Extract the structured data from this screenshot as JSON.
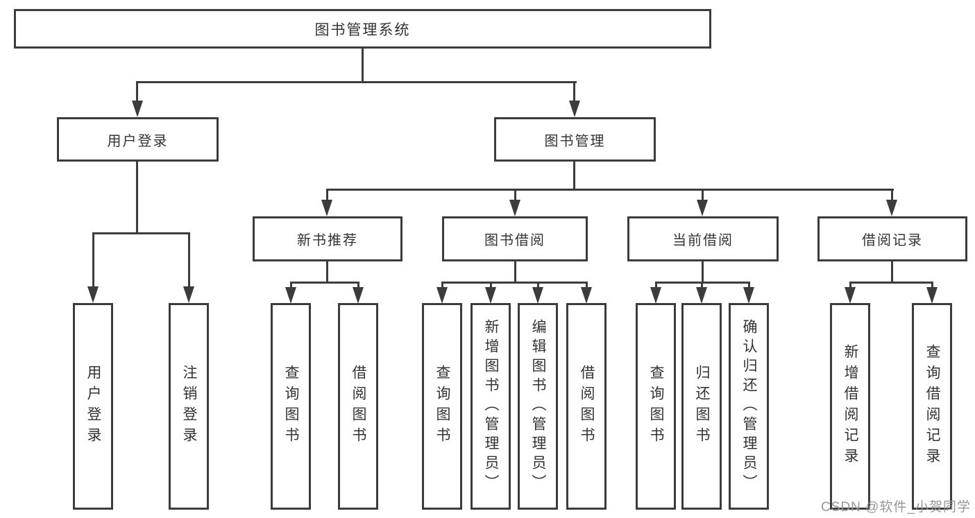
{
  "tree": {
    "label": "图书管理系统",
    "children": [
      {
        "label": "用户登录",
        "children": [
          {
            "label": "用户登录"
          },
          {
            "label": "注销登录"
          }
        ]
      },
      {
        "label": "图书管理",
        "children": [
          {
            "label": "新书推荐",
            "children": [
              {
                "label": "查询图书"
              },
              {
                "label": "借阅图书"
              }
            ]
          },
          {
            "label": "图书借阅",
            "children": [
              {
                "label": "查询图书"
              },
              {
                "label": "新增图书（管理员）"
              },
              {
                "label": "编辑图书（管理员）"
              },
              {
                "label": "借阅图书"
              }
            ]
          },
          {
            "label": "当前借阅",
            "children": [
              {
                "label": "查询图书"
              },
              {
                "label": "归还图书"
              },
              {
                "label": "确认归还（管理员）"
              }
            ]
          },
          {
            "label": "借阅记录",
            "children": [
              {
                "label": "新增借阅记录"
              },
              {
                "label": "查询借阅记录"
              }
            ]
          }
        ]
      }
    ]
  },
  "watermark": "CSDN @软件_小贺同学",
  "colors": {
    "line": "#3c3c3c",
    "text": "#333333",
    "background": "#ffffff",
    "watermark": "#979797"
  }
}
